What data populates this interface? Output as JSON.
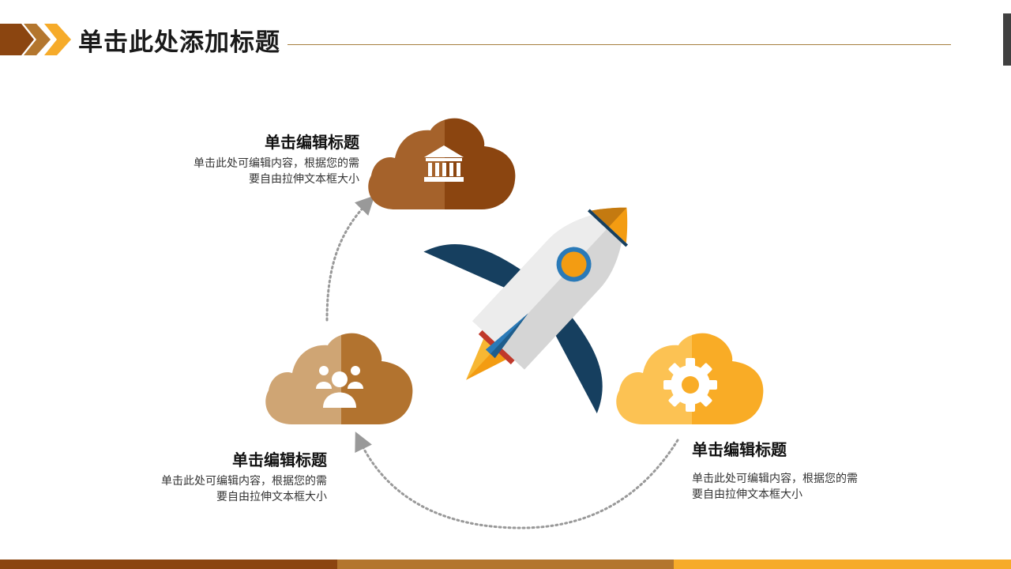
{
  "header": {
    "title": "单击此处添加标题"
  },
  "blocks": [
    {
      "title": "单击编辑标题",
      "body_line1": "单击此处可编辑内容，根据您的需",
      "body_line2": "要自由拉伸文本框大小"
    },
    {
      "title": "单击编辑标题",
      "body_line1": "单击此处可编辑内容，根据您的需",
      "body_line2": "要自由拉伸文本框大小"
    },
    {
      "title": "单击编辑标题",
      "body_line1": "单击此处可编辑内容，根据您的需",
      "body_line2": "要自由拉伸文本框大小"
    }
  ],
  "clouds": [
    {
      "icon": "bank-icon",
      "color_left": "#a5622b",
      "color_right": "#8b4510"
    },
    {
      "icon": "people-icon",
      "color_left": "#cfa574",
      "color_right": "#b2732f"
    },
    {
      "icon": "gear-icon",
      "color_left": "#fcc253",
      "color_right": "#f9ac26"
    }
  ],
  "colors": {
    "brown_dark": "#8b4510",
    "brown_mid": "#b3762e",
    "orange": "#f6ab2a",
    "rocket_navy": "#163f5f",
    "rocket_blue": "#2a7ab8",
    "rocket_body": "#e1e1e1"
  }
}
